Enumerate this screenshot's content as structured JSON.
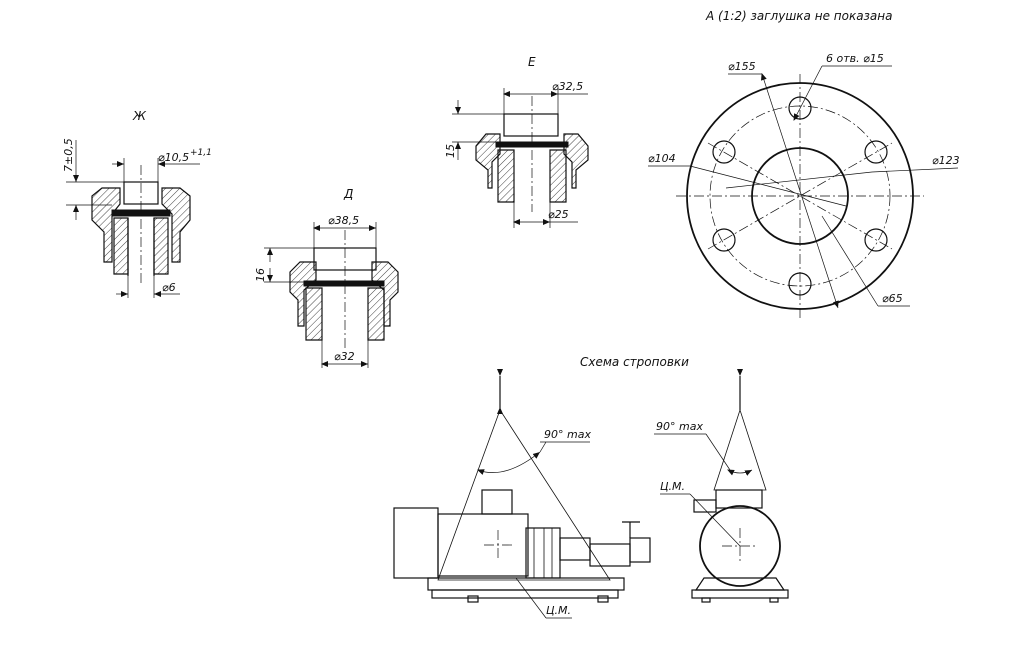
{
  "views": {
    "zh": {
      "title": "Ж",
      "dim_height": "7±0,5",
      "dim_top": "⌀10,5",
      "dim_top_tol": "+1,1",
      "dim_bottom": "⌀6"
    },
    "d": {
      "title": "Д",
      "dim_height": "16",
      "dim_top": "⌀38,5",
      "dim_bottom": "⌀32"
    },
    "e": {
      "title": "Е",
      "dim_height": "15",
      "dim_top": "⌀32,5",
      "dim_bottom": "⌀25"
    },
    "a": {
      "title": "А (1:2) заглушка не показана",
      "dim_outer": "⌀155",
      "dim_holes": "6 отв. ⌀15",
      "dim_bolt": "⌀123",
      "dim_inner": "⌀104",
      "dim_bore": "⌀65"
    }
  },
  "sling": {
    "title": "Схема строповки",
    "angle_left": "90° max",
    "angle_right": "90° max",
    "cg_left": "Ц.М.",
    "cg_right": "Ц.М."
  }
}
